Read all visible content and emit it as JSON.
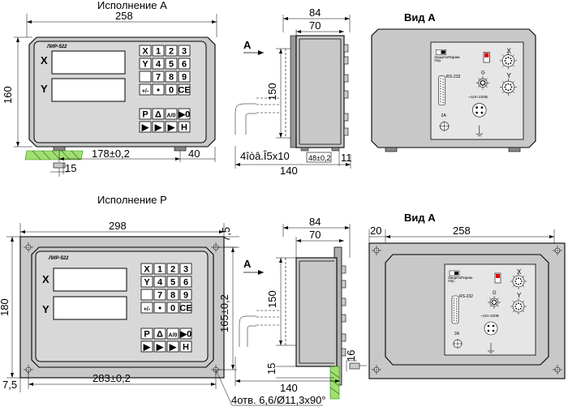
{
  "captions": {
    "top": "Исполнение А",
    "bottom": "Исполнение Р",
    "vid_top": "Вид А",
    "vid_bottom": "Вид А"
  },
  "device": {
    "model": "ЛИР-522",
    "axis_x": "X",
    "axis_y": "Y",
    "keys_row1": [
      "X",
      "1",
      "2",
      "3"
    ],
    "keys_row2": [
      "Y",
      "4",
      "5",
      "6"
    ],
    "keys_row3": [
      "",
      "7",
      "8",
      "9"
    ],
    "keys_row4": [
      "+/-",
      "•",
      "0",
      "CE"
    ],
    "keys_func1": [
      "P",
      "Δ",
      "A/0",
      "▶0"
    ],
    "keys_func2": [
      "▶",
      "▶",
      "▶",
      "H"
    ]
  },
  "view_a": {
    "arrow_label": "A",
    "arrow_label_b": "A"
  },
  "rear": {
    "zashita": "Защита",
    "upr": "Упр.",
    "param": "Парам.",
    "rs232": "RS-232",
    "power": "~110÷220В",
    "fuse": "2А",
    "x": "X",
    "y": "Y",
    "g": "G"
  },
  "dims_top": {
    "w258": "258",
    "h160": "160",
    "d178": "178±0,2",
    "d40": "40",
    "d15": "15",
    "d84": "84",
    "d70": "70",
    "d150": "150",
    "d140": "140",
    "holes": "4îòâ.Î5x10",
    "d48": "48±0,2",
    "d11": "11"
  },
  "dims_bottom": {
    "w298": "298",
    "h180": "180",
    "d75a": "7,5",
    "d165": "165±0,2",
    "d283": "283±0,2",
    "d75b": "7,5",
    "d84": "84",
    "d70": "70",
    "d150": "150",
    "d15": "15",
    "d140": "140",
    "d16": "16",
    "holes": "4отв. 6,6/Ø11,3x90°",
    "d20": "20",
    "d258": "258"
  }
}
